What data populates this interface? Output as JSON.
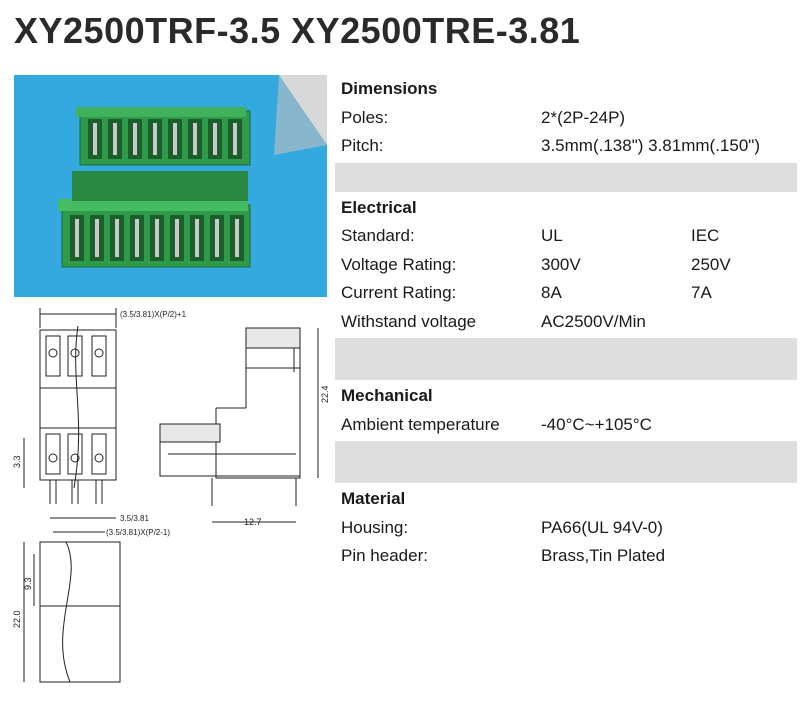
{
  "title": "XY2500TRF-3.5 XY2500TRE-3.81",
  "drawing_labels": {
    "top_formula": "(3.5/3.81)X(P/2)+1",
    "pitch_formula": "3.5/3.81",
    "bottom_formula": "(3.5/3.81)X(P/2-1)",
    "height_side": "22.4",
    "width_side": "12.7",
    "dim_3_3": "3.3",
    "dim_9_3": "9.3",
    "dim_22_0": "22.0"
  },
  "sections": {
    "dimensions": {
      "heading": "Dimensions",
      "rows": [
        {
          "label": "Poles:",
          "v1": "2*(2P-24P)",
          "v2": ""
        },
        {
          "label": "Pitch:",
          "v1": "3.5mm(.138\") 3.81mm(.150\")",
          "v2": ""
        }
      ]
    },
    "electrical": {
      "heading": "Electrical",
      "rows": [
        {
          "label": "Standard:",
          "v1": "UL",
          "v2": "IEC"
        },
        {
          "label": "Voltage Rating:",
          "v1": "300V",
          "v2": "250V"
        },
        {
          "label": "Current Rating:",
          "v1": "8A",
          "v2": "7A"
        },
        {
          "label": "Withstand voltage",
          "v1": "AC2500V/Min",
          "v2": ""
        }
      ]
    },
    "mechanical": {
      "heading": "Mechanical",
      "rows": [
        {
          "label": "Ambient temperature",
          "v1": "-40°C~+105°C",
          "v2": ""
        }
      ]
    },
    "material": {
      "heading": "Material",
      "rows": [
        {
          "label": "Housing:",
          "v1": "PA66(UL 94V-0)",
          "v2": ""
        },
        {
          "label": "Pin header:",
          "v1": "Brass,Tin Plated",
          "v2": ""
        }
      ]
    }
  },
  "colors": {
    "photo_bg": "#33a9e0",
    "connector": "#2f9a4a",
    "band": "#dedede"
  }
}
